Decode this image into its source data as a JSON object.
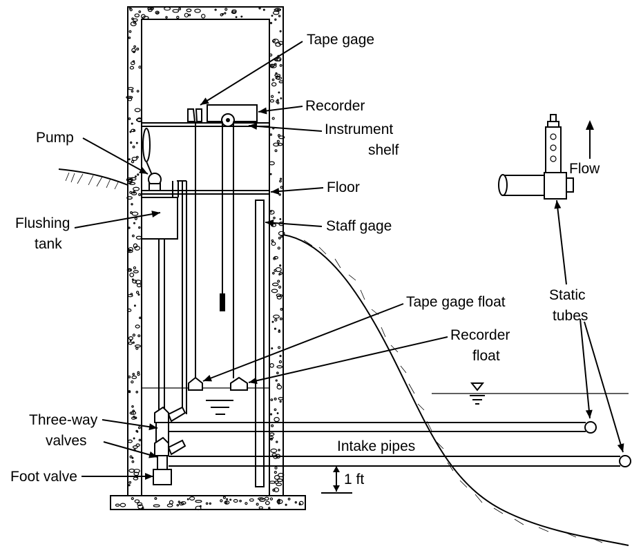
{
  "labels": {
    "tape_gage": "Tape gage",
    "recorder": "Recorder",
    "instrument_shelf_1": "Instrument",
    "instrument_shelf_2": "shelf",
    "pump": "Pump",
    "floor": "Floor",
    "flushing_tank_1": "Flushing",
    "flushing_tank_2": "tank",
    "staff_gage": "Staff gage",
    "tape_gage_float": "Tape gage float",
    "recorder_float_1": "Recorder",
    "recorder_float_2": "float",
    "three_way_valves_1": "Three-way",
    "three_way_valves_2": "valves",
    "intake_pipes": "Intake pipes",
    "foot_valve": "Foot valve",
    "one_ft": "1 ft",
    "flow": "Flow",
    "static_tubes_1": "Static",
    "static_tubes_2": "tubes"
  },
  "icons": {
    "water_surface": "water-surface-triangle-icon",
    "flow_arrow": "flow-arrow-icon"
  }
}
